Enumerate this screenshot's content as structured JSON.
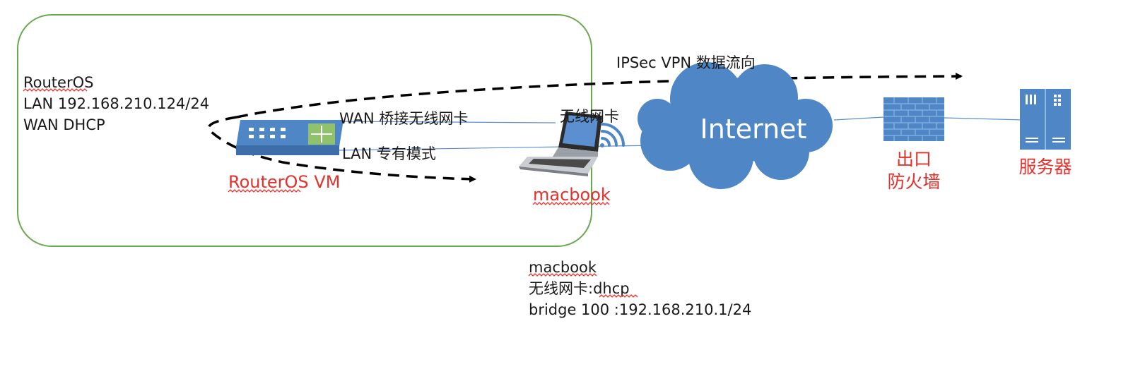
{
  "routeros_info": {
    "line1": "RouterOS",
    "line2": "LAN 192.168.210.124/24",
    "line3": "WAN DHCP"
  },
  "routeros_vm_label": "RouterOS VM",
  "wan_bridge_label": "WAN 桥接无线网卡",
  "lan_private_label": "LAN 专有模式",
  "wireless_label": "无线网卡",
  "macbook_label": "macbook",
  "ipsec_flow_label": "IPSec VPN 数据流向",
  "internet_label": "Internet",
  "firewall_label_line1": "出口",
  "firewall_label_line2": "防火墙",
  "server_label": "服务器",
  "macbook_info": {
    "line1": "macbook",
    "line2": "无线网卡:dhcp",
    "line3": "bridge 100 :192.168.210.1/24"
  },
  "colors": {
    "group_border": "#6aa84f",
    "device_blue": "#4f86c6",
    "router_green": "#8fc26a",
    "link_line": "#5b8fd0",
    "red_text": "#e8302a",
    "arrow": "#000000"
  },
  "icons": {
    "router": "router-icon",
    "laptop": "laptop-icon",
    "wifi": "wifi-icon",
    "cloud": "cloud-icon",
    "firewall": "firewall-icon",
    "server": "server-icon"
  }
}
